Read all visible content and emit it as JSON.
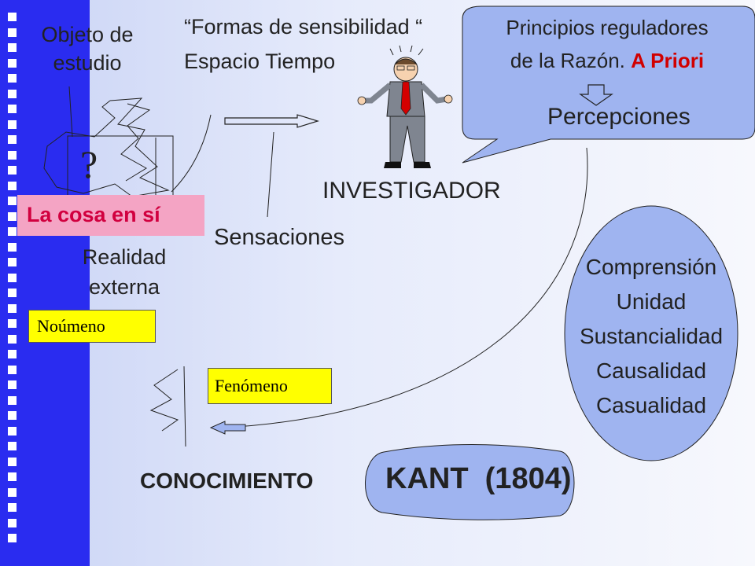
{
  "labels": {
    "objeto_line1": "Objeto de",
    "objeto_line2": "estudio",
    "formas_line1": "“Formas de sensibilidad “",
    "formas_line2": "Espacio Tiempo",
    "principios_line1": "Principios reguladores",
    "principios_line2_prefix": "de la Razón.",
    "principios_line2_highlight": "A Priori",
    "percepciones": "Percepciones",
    "question_mark": "?",
    "investigador": "INVESTIGADOR",
    "cosa_en_si": "La cosa en sí",
    "sensaciones": "Sensaciones",
    "realidad_line1": "Realidad",
    "realidad_line2": "externa",
    "noumeno": "Noúmeno",
    "fenomeno": "Fenómeno",
    "conocimiento": "CONOCIMIENTO",
    "kant": "KANT  (1804)"
  },
  "categories": [
    "Comprensión",
    "Unidad",
    "Sustancialidad",
    "Causalidad",
    "Casualidad"
  ],
  "colors": {
    "sidebar": "#2a2cf0",
    "bubble_fill": "#9fb4f0",
    "pink_band": "#f4a4c4",
    "cosa_text": "#d1003f",
    "a_priori": "#d10000",
    "yellow_box": "#ffff00"
  }
}
